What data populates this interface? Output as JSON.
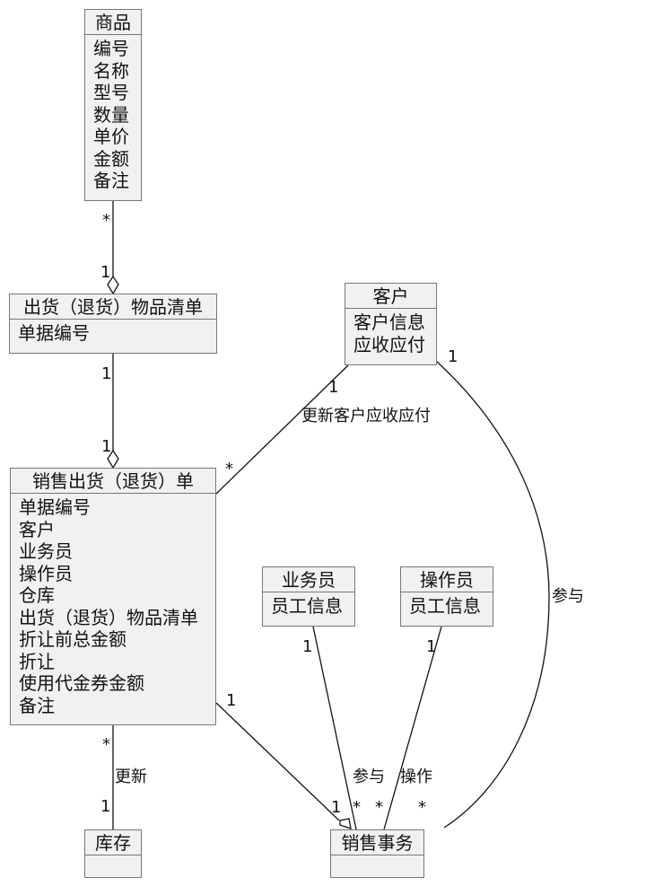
{
  "classes": {
    "goods": {
      "title": "商品",
      "attrs": [
        "编号",
        "名称",
        "型号",
        "数量",
        "单价",
        "金额",
        "备注"
      ]
    },
    "item_list": {
      "title": "出货（退货）物品清单",
      "attrs": [
        "单据编号"
      ]
    },
    "customer": {
      "title": "客户",
      "attrs": [
        "客户信息",
        "应收应付"
      ]
    },
    "sales_order": {
      "title": "销售出货（退货）单",
      "attrs": [
        "单据编号",
        "客户",
        "业务员",
        "操作员",
        "仓库",
        "出货（退货）物品清单",
        "折让前总金额",
        "折让",
        "使用代金券金额",
        "备注"
      ]
    },
    "salesman": {
      "title": "业务员",
      "attrs": [
        "员工信息"
      ]
    },
    "operator": {
      "title": "操作员",
      "attrs": [
        "员工信息"
      ]
    },
    "inventory": {
      "title": "库存",
      "attrs": []
    },
    "sales_affair": {
      "title": "销售事务",
      "attrs": []
    }
  },
  "associations": {
    "goods_itemlist": {
      "from_mult": "*",
      "to_mult": "1"
    },
    "itemlist_order": {
      "from_mult": "1",
      "to_mult": "1"
    },
    "customer_order": {
      "label": "更新客户应收应付",
      "from_mult": "1",
      "to_mult": "*"
    },
    "customer_affair": {
      "label": "参与",
      "from_mult": "1",
      "to_mult": "*"
    },
    "order_inventory": {
      "label": "更新",
      "from_mult": "*",
      "to_mult": "1"
    },
    "order_affair": {
      "from_mult": "1",
      "to_mult": "1"
    },
    "salesman_affair": {
      "label": "参与",
      "from_mult": "1",
      "to_mult": "*"
    },
    "operator_affair": {
      "label": "操作",
      "from_mult": "1",
      "to_mult": "*"
    }
  },
  "colors": {
    "box_fill": "#f1f1f1",
    "box_border": "#777777",
    "line": "#111111"
  }
}
